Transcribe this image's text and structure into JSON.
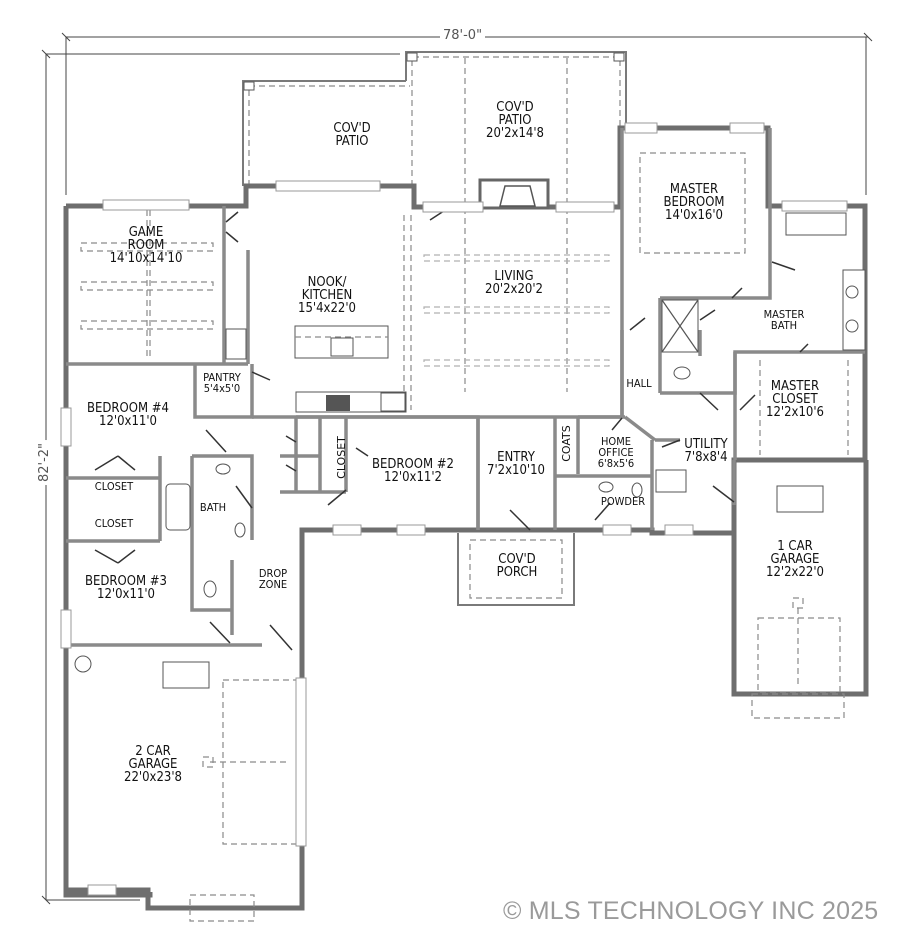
{
  "dimensions": {
    "width_label": "78'-0\"",
    "depth_label": "82'-2\""
  },
  "rooms": {
    "covd_patio_left": {
      "name": "COV'D PATIO",
      "line1": "COV'D",
      "line2": "PATIO"
    },
    "covd_patio_main": {
      "line1": "COV'D",
      "line2": "PATIO",
      "size": "20'2x14'8"
    },
    "master_bedroom": {
      "line1": "MASTER",
      "line2": "BEDROOM",
      "size": "14'0x16'0"
    },
    "game_room": {
      "line1": "GAME",
      "line2": "ROOM",
      "size": "14'10x14'10"
    },
    "nook_kitchen": {
      "line1": "NOOK/",
      "line2": "KITCHEN",
      "size": "15'4x22'0"
    },
    "living": {
      "line1": "LIVING",
      "size": "20'2x20'2"
    },
    "master_bath": {
      "line1": "MASTER",
      "line2": "BATH"
    },
    "pantry": {
      "line1": "PANTRY",
      "size": "5'4x5'0"
    },
    "hall": {
      "line1": "HALL"
    },
    "master_closet": {
      "line1": "MASTER",
      "line2": "CLOSET",
      "size": "12'2x10'6"
    },
    "bedroom_4": {
      "line1": "BEDROOM #4",
      "size": "12'0x11'0"
    },
    "closet_bed2": {
      "line1": "CLOSET"
    },
    "bedroom_2": {
      "line1": "BEDROOM #2",
      "size": "12'0x11'2"
    },
    "entry": {
      "line1": "ENTRY",
      "size": "7'2x10'10"
    },
    "coats": {
      "line1": "COATS"
    },
    "home_office": {
      "line1": "HOME",
      "line2": "OFFICE",
      "size": "6'8x5'6"
    },
    "utility": {
      "line1": "UTILITY",
      "size": "7'8x8'4"
    },
    "closet_1": {
      "line1": "CLOSET"
    },
    "closet_2": {
      "line1": "CLOSET"
    },
    "bath": {
      "line1": "BATH"
    },
    "powder": {
      "line1": "POWDER"
    },
    "covd_porch": {
      "line1": "COV'D",
      "line2": "PORCH"
    },
    "garage_1car": {
      "line1": "1 CAR",
      "line2": "GARAGE",
      "size": "12'2x22'0"
    },
    "bedroom_3": {
      "line1": "BEDROOM #3",
      "size": "12'0x11'0"
    },
    "drop_zone": {
      "line1": "DROP",
      "line2": "ZONE"
    },
    "garage_2car": {
      "line1": "2 CAR",
      "line2": "GARAGE",
      "size": "22'0x23'8"
    }
  },
  "footer": {
    "copyright": "© MLS TECHNOLOGY INC 2025"
  },
  "colors": {
    "wall": "#6e6e6e",
    "text": "#111111",
    "watermark": "#9a9a9a"
  }
}
